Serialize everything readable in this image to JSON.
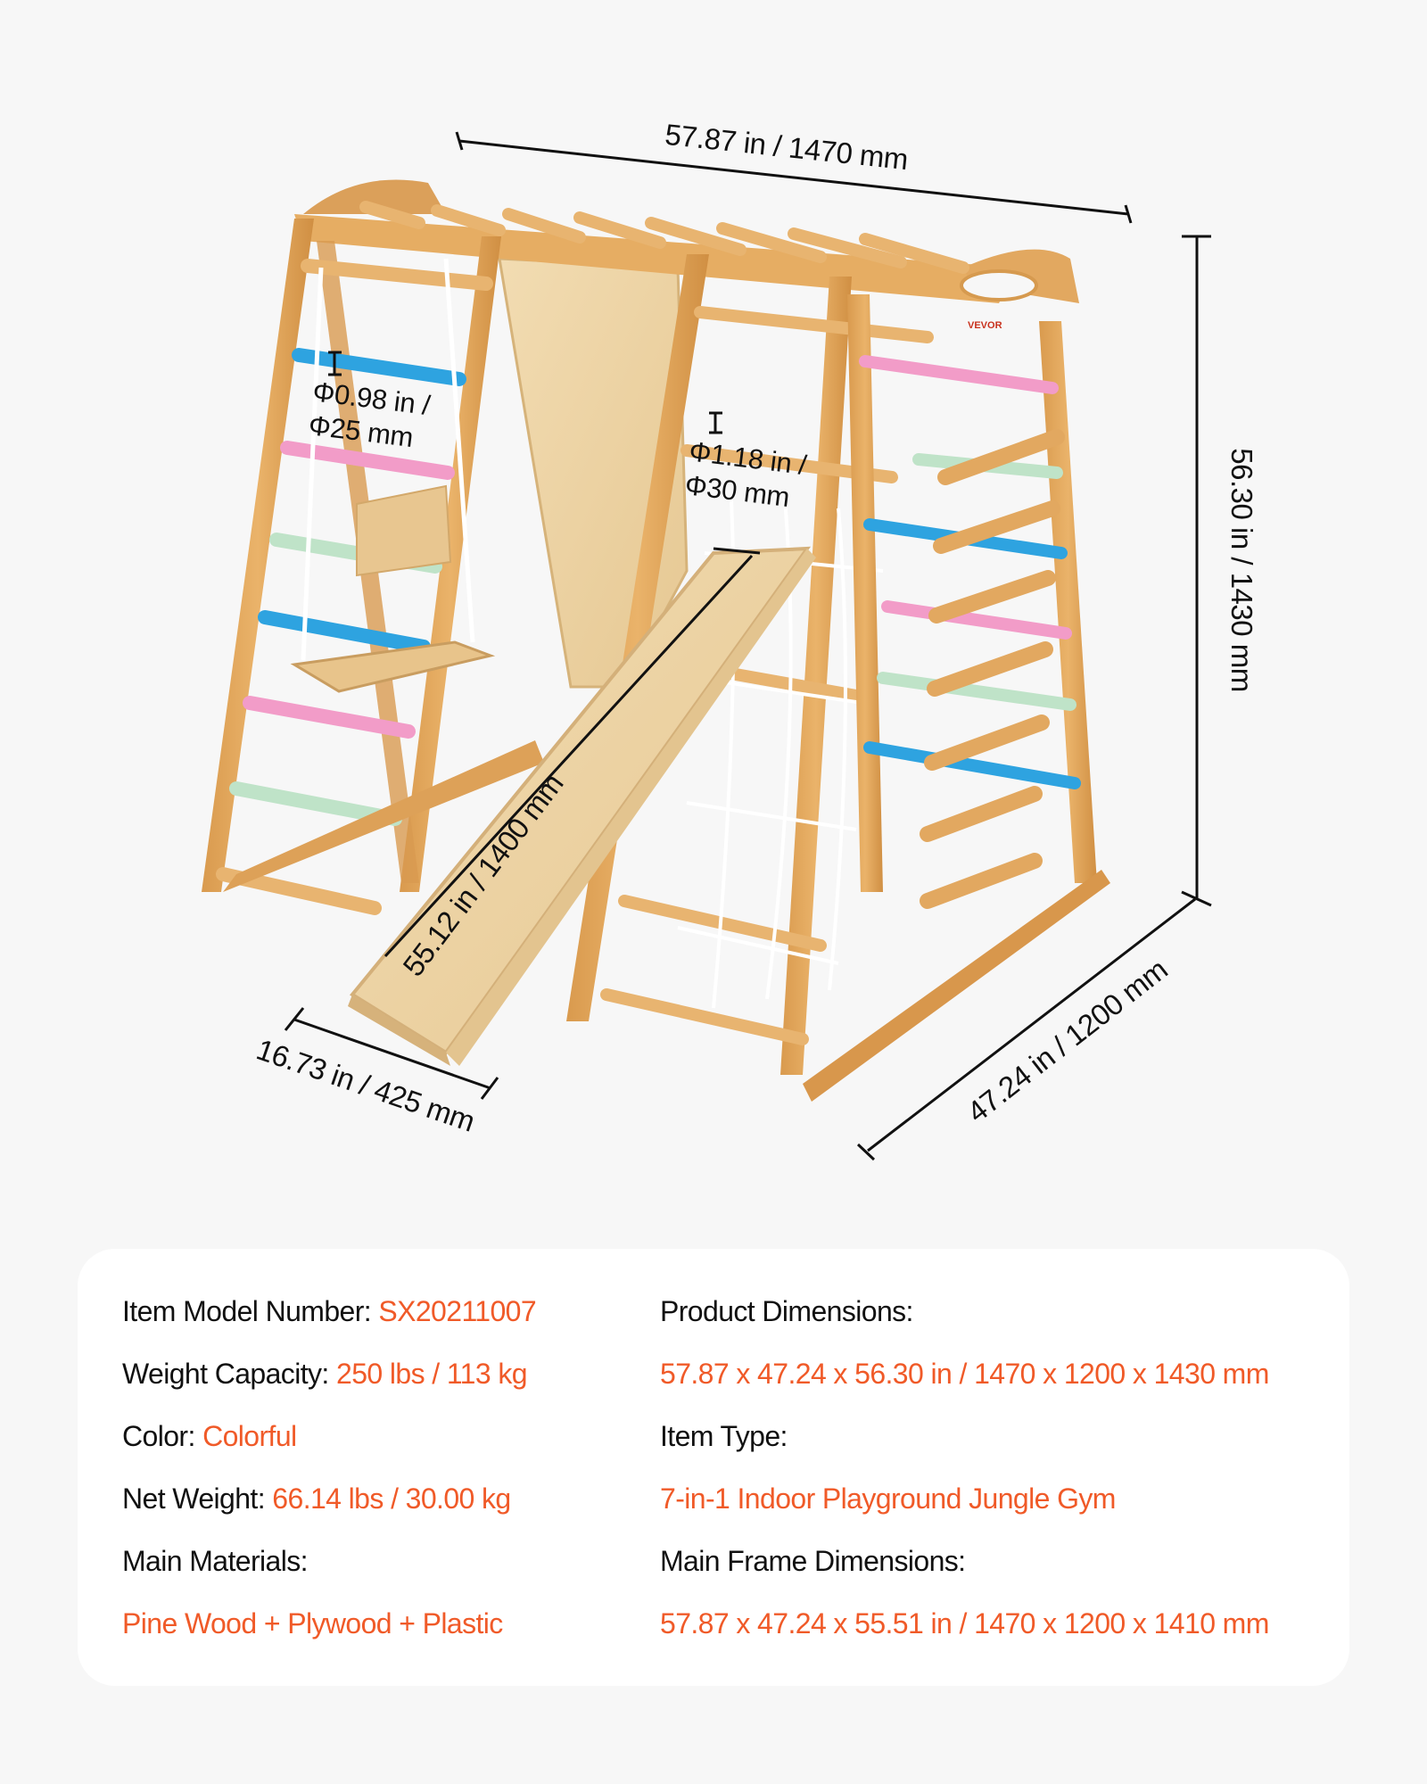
{
  "brand": {
    "logo_text": "VEVOR",
    "accent_color": "#f05a28"
  },
  "dimensions": {
    "width": "57.87 in / 1470 mm",
    "height": "56.30 in / 1430 mm",
    "depth": "47.24 in / 1200 mm",
    "slide_width": "16.73 in / 425 mm",
    "slide_length": "55.12 in / 1400 mm",
    "rung_small": {
      "line1": "Φ0.98 in /",
      "line2": "Φ25 mm"
    },
    "rung_large": {
      "line1": "Φ1.18 in /",
      "line2": "Φ30 mm"
    }
  },
  "specs": {
    "left": [
      {
        "label": "Item Model Number: ",
        "value": "SX20211007"
      },
      {
        "label": "Weight Capacity: ",
        "value": "250 lbs / 113 kg"
      },
      {
        "label": "Color: ",
        "value": "Colorful"
      },
      {
        "label": "Net Weight: ",
        "value": "66.14 lbs / 30.00 kg"
      },
      {
        "label": "Main Materials:",
        "value": ""
      },
      {
        "label": "",
        "value": "Pine Wood + Plywood + Plastic"
      }
    ],
    "right": [
      {
        "label": "Product Dimensions:",
        "value": ""
      },
      {
        "label": "",
        "value": "57.87 x 47.24 x 56.30 in / 1470 x 1200 x 1430 mm"
      },
      {
        "label": "Item Type:",
        "value": ""
      },
      {
        "label": "",
        "value": "7-in-1 Indoor Playground Jungle Gym"
      },
      {
        "label": "Main Frame Dimensions:",
        "value": ""
      },
      {
        "label": "",
        "value": "57.87 x 47.24 x 55.51 in / 1470 x 1200 x 1410 mm"
      }
    ]
  },
  "colors": {
    "background": "#f7f7f7",
    "card": "#ffffff",
    "wood": "#e2a45a",
    "wood_light": "#f0cc8e",
    "plywood": "#ecd3a4",
    "rung_blue": "#2ea3e0",
    "rung_pink": "#f29cc8",
    "rung_mint": "#bfe3c8",
    "rope": "#ffffff"
  }
}
